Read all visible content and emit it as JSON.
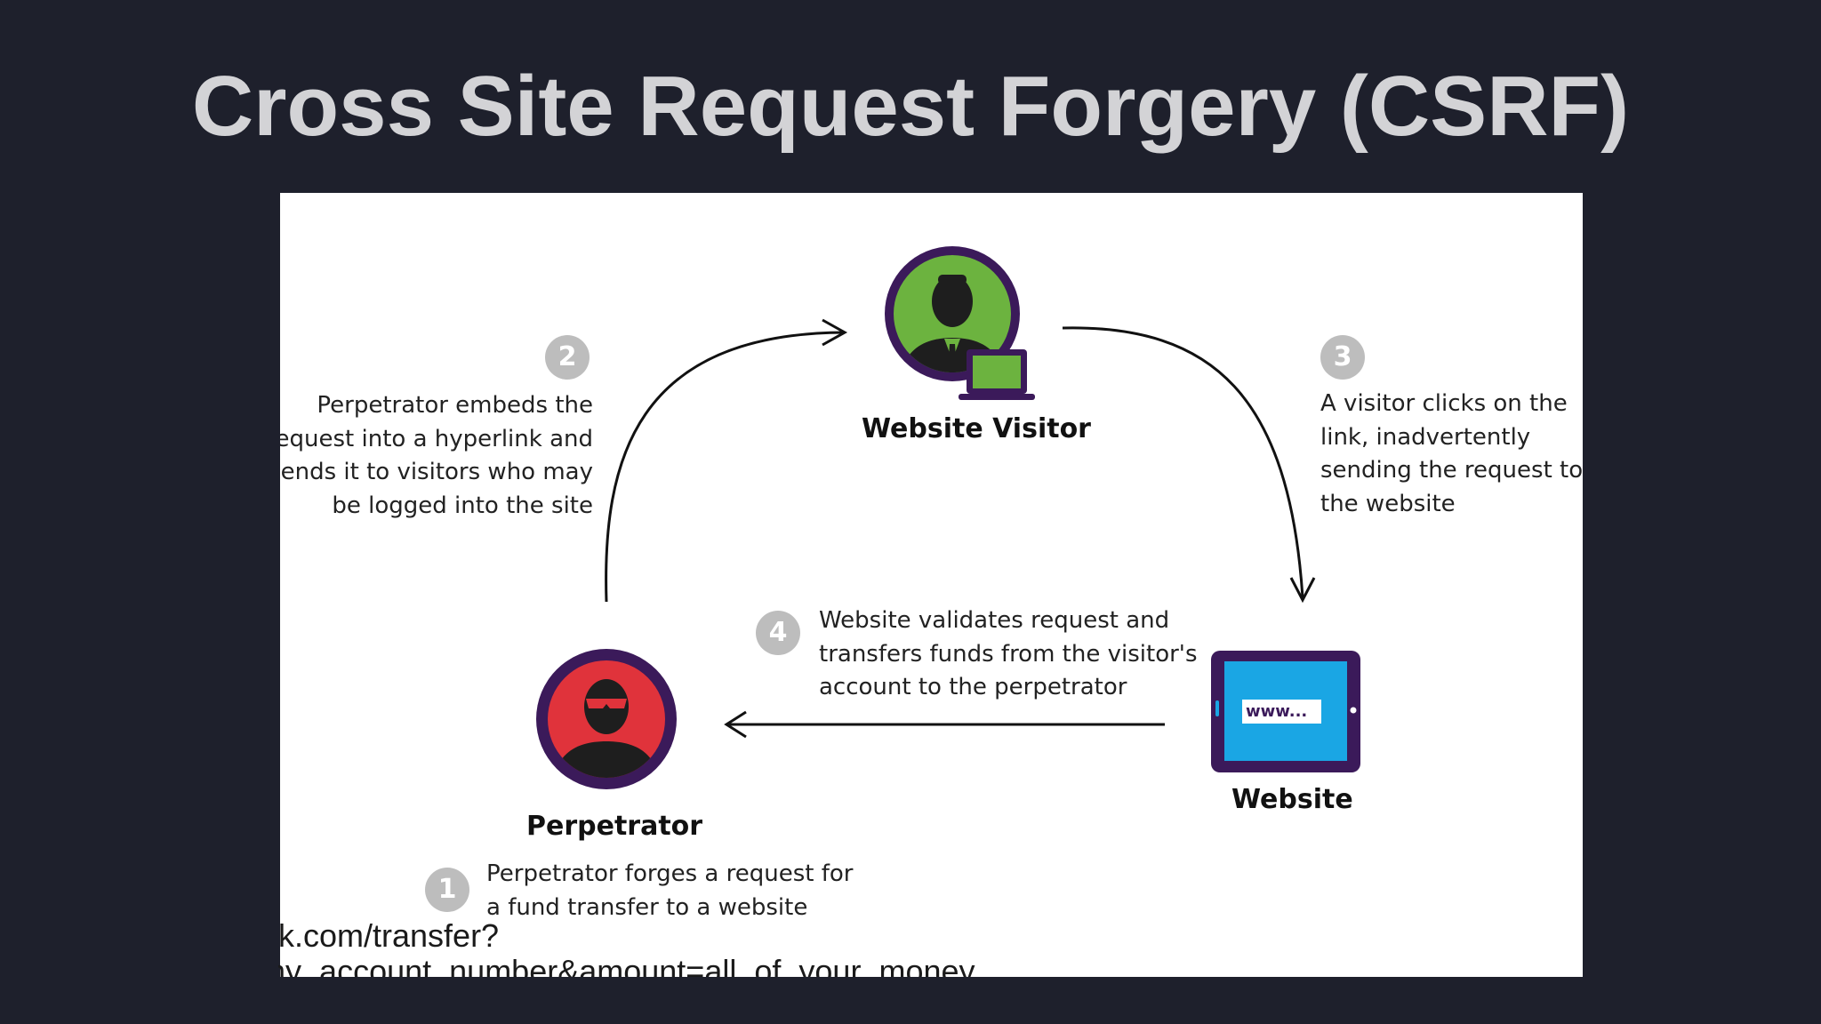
{
  "slide": {
    "title": "Cross Site Request Forgery (CSRF)"
  },
  "diagram": {
    "nodes": {
      "visitor": {
        "label": "Website Visitor"
      },
      "perpetrator": {
        "label": "Perpetrator"
      },
      "website": {
        "label": "Website",
        "screen_text": "www..."
      }
    },
    "steps": [
      {
        "number": "1",
        "lines": [
          "Perpetrator forges a request for",
          "a fund transfer to a website"
        ]
      },
      {
        "number": "2",
        "lines": [
          "Perpetrator embeds the",
          "request into a hyperlink  and",
          "sends it to visitors who may",
          "be logged into the site"
        ]
      },
      {
        "number": "3",
        "lines": [
          "A visitor clicks on the",
          "link, inadvertently",
          "sending the request to",
          "the website"
        ]
      },
      {
        "number": "4",
        "lines": [
          "Website validates request and",
          "transfers funds from the visitor's",
          "account to the  perpetrator"
        ]
      }
    ],
    "colors": {
      "visitor_bg": "#6cb33f",
      "perpetrator_bg": "#e0333b",
      "ring": "#3b1a5a",
      "device_frame": "#3b1a5a",
      "screen": "#1aa6e4",
      "badge": "#bdbdbd"
    }
  },
  "overlay": {
    "line1": "k.com/transfer?",
    "line2": "ny_account_number&amount=all_of_your_money"
  }
}
